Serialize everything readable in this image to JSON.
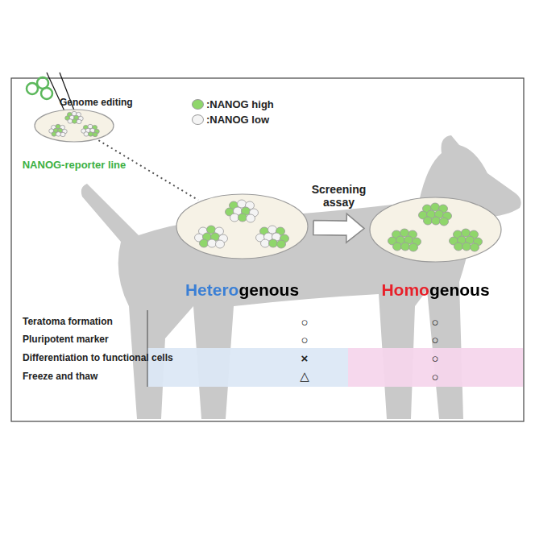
{
  "diagram": {
    "nodes": [
      {
        "text": [
          "NANOG-reporter line"
        ]
      },
      {
        "text": [
          "Heterogenous"
        ]
      },
      {
        "text": [
          "Homogenous"
        ]
      }
    ],
    "edges": [
      {
        "from": 0,
        "to": 1,
        "arrow": "none"
      },
      {
        "from": 1,
        "to": 2,
        "label": "Screening assay",
        "arrow": "to"
      }
    ],
    "labels": [
      "Genome editing",
      "Teratoma formation",
      "○",
      "○",
      "Pluripotent marker",
      "○",
      "○",
      "Differentiation to functional cells",
      "×",
      "○",
      "Freeze and thaw",
      "△",
      "○"
    ],
    "legend": [
      {
        "text": ":NANOG high",
        "color": "#8fd66b"
      },
      {
        "text": ":NANOG low",
        "color": "#f4f4f4"
      }
    ]
  }
}
